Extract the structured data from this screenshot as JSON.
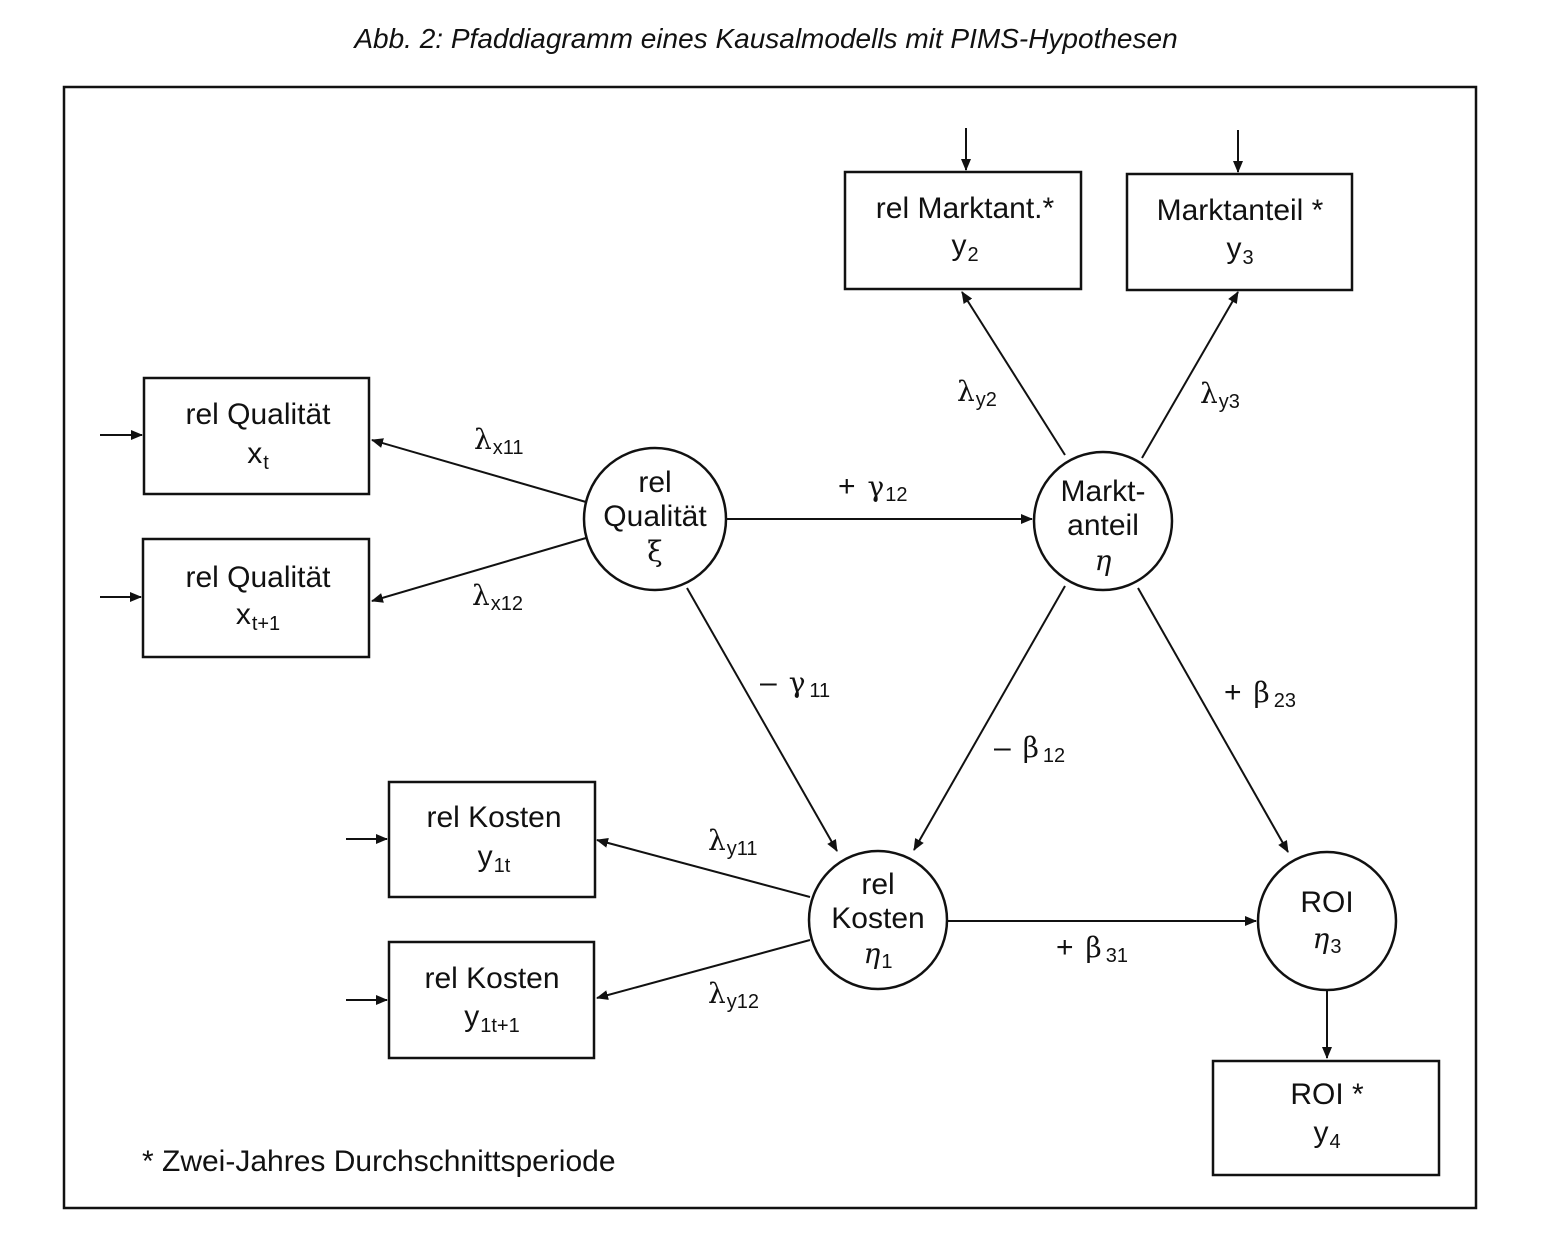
{
  "title": "Abb. 2: Pfaddiagramm eines Kausalmodells mit PIMS-Hypothesen",
  "footnote": "* Zwei-Jahres Durchschnittsperiode",
  "indicators": {
    "xt": {
      "label": "rel Qualität",
      "var": "x",
      "sub": "t"
    },
    "xt1": {
      "label": "rel Qualität",
      "var": "x",
      "sub": "t+1"
    },
    "y1t": {
      "label": "rel Kosten",
      "var": "y",
      "sub": "1t"
    },
    "y1t1": {
      "label": "rel Kosten",
      "var": "y",
      "sub": "1t+1"
    },
    "y2": {
      "label": "rel Marktant.*",
      "var": "y",
      "sub": "2"
    },
    "y3": {
      "label": "Marktanteil *",
      "var": "y",
      "sub": "3"
    },
    "y4": {
      "label": "ROI *",
      "var": "y",
      "sub": "4"
    }
  },
  "latents": {
    "xi": {
      "line1": "rel",
      "line2": "Qualität",
      "symbol": "ξ"
    },
    "eta": {
      "line1": "Markt-",
      "line2": "anteil",
      "symbol": "η"
    },
    "eta1": {
      "line1": "rel",
      "line2": "Kosten",
      "symbol": "η",
      "sub": "1"
    },
    "eta3": {
      "line1": "ROI",
      "symbol": "η",
      "sub": "3"
    }
  },
  "paths": {
    "lx11": {
      "sign": "",
      "sym": "λ",
      "sub": "x11"
    },
    "lx12": {
      "sign": "",
      "sym": "λ",
      "sub": "x12"
    },
    "ly2": {
      "sign": "",
      "sym": "λ",
      "sub": "y2"
    },
    "ly3": {
      "sign": "",
      "sym": "λ",
      "sub": "y3"
    },
    "ly11": {
      "sign": "",
      "sym": "λ",
      "sub": "y11"
    },
    "ly12": {
      "sign": "",
      "sym": "λ",
      "sub": "y12"
    },
    "g12": {
      "sign": "+",
      "sym": "γ",
      "sub": "12"
    },
    "g11": {
      "sign": "–",
      "sym": "γ",
      "sub": "11"
    },
    "b12": {
      "sign": "–",
      "sym": "β",
      "sub": "12"
    },
    "b23": {
      "sign": "+",
      "sym": "β",
      "sub": "23"
    },
    "b31": {
      "sign": "+",
      "sym": "β",
      "sub": "31"
    }
  }
}
